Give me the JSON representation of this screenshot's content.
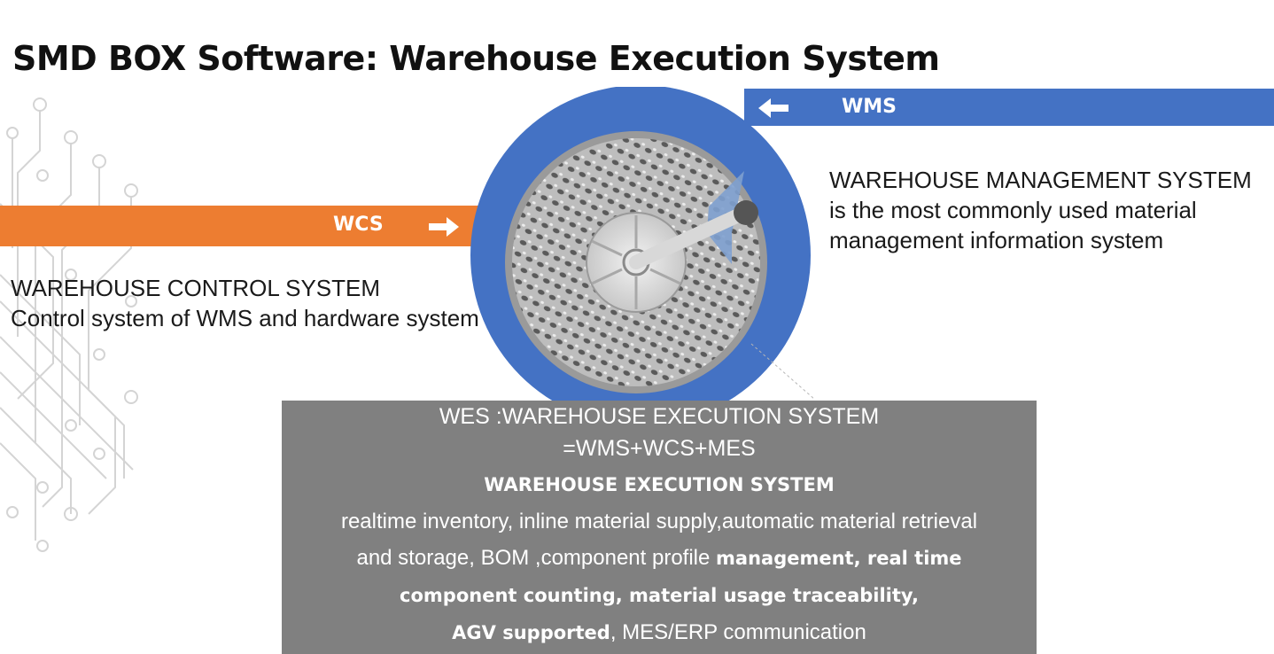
{
  "title": "SMD BOX Software: Warehouse Execution System",
  "wms": {
    "label": "WMS",
    "desc_line1": "WAREHOUSE MANAGEMENT SYSTEM",
    "desc_line2": "is the most commonly used material",
    "desc_line3": "management information system",
    "color": "#4472c4"
  },
  "wcs": {
    "label": "WCS",
    "desc_line1": "WAREHOUSE CONTROL SYSTEM",
    "desc_line2": "Control system of WMS and hardware system",
    "color": "#ed7d31"
  },
  "wes": {
    "line1": "WES :WAREHOUSE EXECUTION SYSTEM",
    "line2": "=WMS+WCS+MES",
    "line3": "WAREHOUSE EXECUTION SYSTEM",
    "body_1": "realtime inventory, inline material supply,automatic material retrieval",
    "body_2a": "and storage, BOM ,component profile ",
    "body_2b": "management, real time",
    "body_3": "component counting, material usage traceability,",
    "body_4a": "AGV supported",
    "body_4b": ", MES/ERP communication",
    "color": "#808080"
  },
  "icons": {
    "wms_arrow": "arrow-left-icon",
    "wcs_arrow": "arrow-right-icon",
    "reel": "smd-reel-icon"
  }
}
